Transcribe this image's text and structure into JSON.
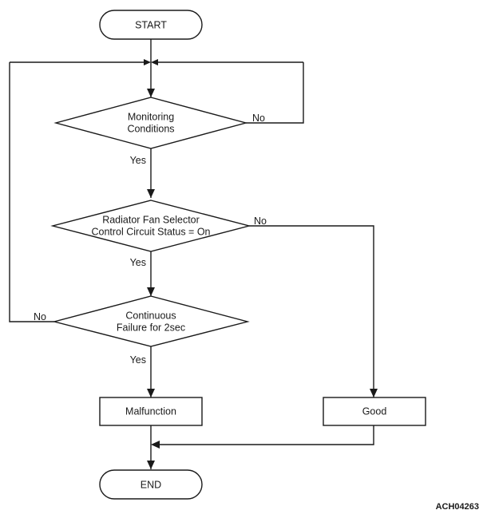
{
  "diagram": {
    "type": "flowchart",
    "watermark": "ACH04263",
    "nodes": {
      "start": {
        "label": "START",
        "shape": "terminator"
      },
      "decision_monitoring": {
        "line1": "Monitoring",
        "line2": "Conditions",
        "shape": "decision"
      },
      "decision_radiator": {
        "line1": "Radiator Fan Selector",
        "line2": "Control Circuit Status = On",
        "shape": "decision"
      },
      "decision_continuous": {
        "line1": "Continuous",
        "line2": "Failure for 2sec",
        "shape": "decision"
      },
      "malfunction": {
        "label": "Malfunction",
        "shape": "process"
      },
      "good": {
        "label": "Good",
        "shape": "process"
      },
      "end": {
        "label": "END",
        "shape": "terminator"
      }
    },
    "edge_labels": {
      "monitoring_yes": "Yes",
      "monitoring_no": "No",
      "radiator_yes": "Yes",
      "radiator_no": "No",
      "continuous_yes": "Yes",
      "continuous_no": "No"
    },
    "colors": {
      "stroke": "#1a1a1a",
      "fill": "#ffffff",
      "background": "#ffffff"
    }
  }
}
